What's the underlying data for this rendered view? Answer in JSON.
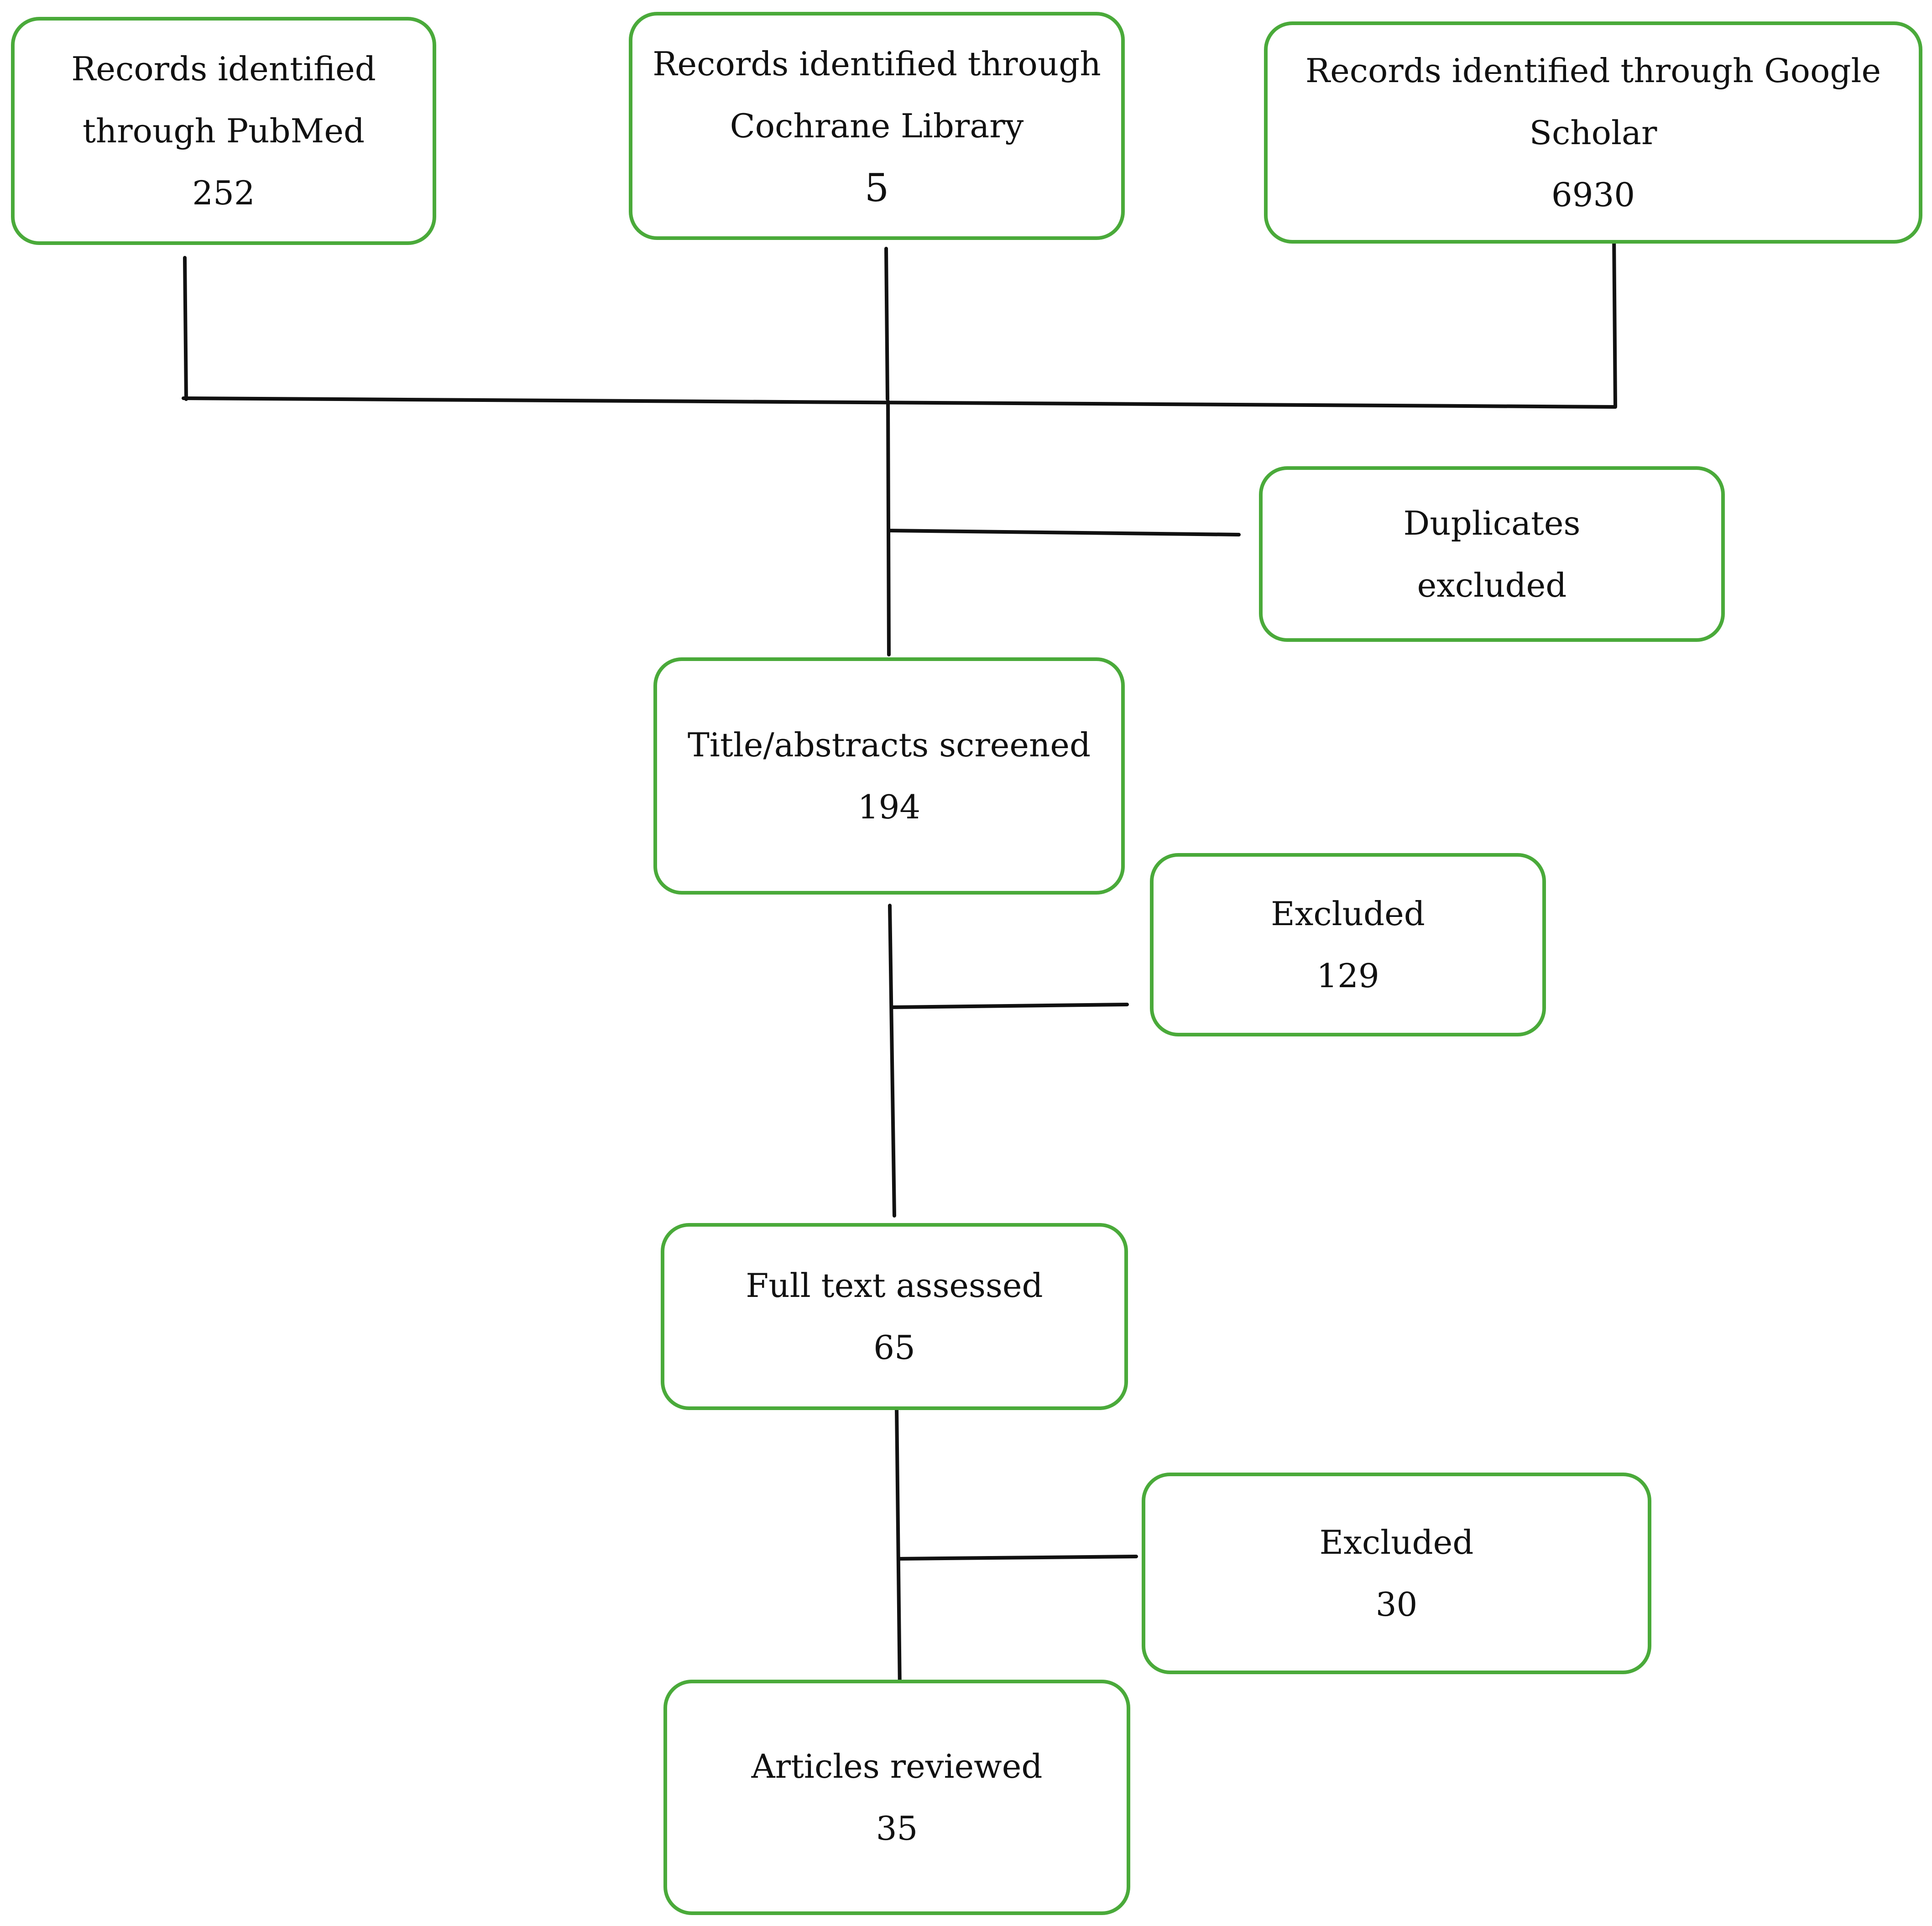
{
  "sources": [
    {
      "line1": "Records identified",
      "line2": "through PubMed",
      "count": "252"
    },
    {
      "line1": "Records identified through",
      "line2": "Cochrane Library",
      "count": "5"
    },
    {
      "line1": "Records identified through Google",
      "line2": "Scholar",
      "count": "6930"
    }
  ],
  "duplicates": {
    "line1": "Duplicates",
    "line2": "excluded"
  },
  "screened": {
    "label": "Title/abstracts screened",
    "count": "194"
  },
  "excluded_screening": {
    "label": "Excluded",
    "count": "129"
  },
  "full_text": {
    "label": "Full text assessed",
    "count": "65"
  },
  "excluded_full_text": {
    "label": "Excluded",
    "count": "30"
  },
  "reviewed": {
    "label": "Articles reviewed",
    "count": "35"
  },
  "colors": {
    "box_border": "#4aaa3a",
    "connector": "#111111"
  }
}
